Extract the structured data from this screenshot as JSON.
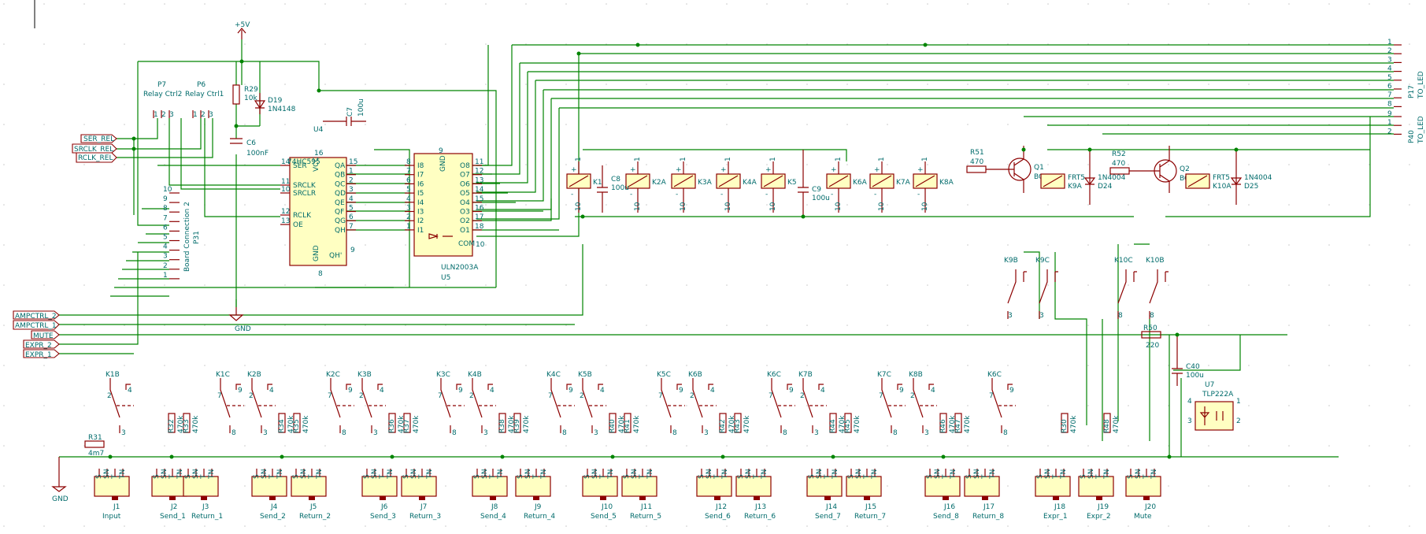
{
  "power": {
    "vcc": "+5V",
    "gnd": "GND"
  },
  "hier_labels": [
    "SER_REL",
    "SRCLK_REL",
    "RCLK_REL",
    "AMPCTRL_2",
    "AMPCTRL_1",
    "MUTE",
    "EXPR_2",
    "EXPR_1"
  ],
  "u4": {
    "ref": "U4",
    "value": "74HC595",
    "left_pins": [
      "SER",
      "SRCLK",
      "SRCLR",
      "RCLK",
      "OE"
    ],
    "left_nums": [
      "14",
      "11",
      "10",
      "12",
      "13"
    ],
    "right_pins": [
      "QA",
      "QB",
      "QC",
      "QD",
      "QE",
      "QF",
      "QG",
      "QH"
    ],
    "right_nums": [
      "15",
      "1",
      "2",
      "3",
      "4",
      "5",
      "6",
      "7"
    ],
    "top": "VCC",
    "top_num": "16",
    "bottom": "GND",
    "bottom_num": "8",
    "qh_": "QH'",
    "qh_num": "9"
  },
  "u5": {
    "ref": "U5",
    "value": "ULN2003A",
    "ins": [
      "I8",
      "I7",
      "I6",
      "I5",
      "I4",
      "I3",
      "I2",
      "I1"
    ],
    "in_nums": [
      "8",
      "7",
      "6",
      "5",
      "4",
      "3",
      "2",
      "1"
    ],
    "outs": [
      "O8",
      "O7",
      "O6",
      "O5",
      "O4",
      "O3",
      "O2",
      "O1"
    ],
    "out_nums": [
      "11",
      "12",
      "13",
      "14",
      "15",
      "16",
      "17",
      "18"
    ],
    "gnd": "GND",
    "gnd_num": "9",
    "com": "COM",
    "com_num": "10"
  },
  "p7": {
    "ref": "P7",
    "value": "Relay Ctrl2"
  },
  "p6": {
    "ref": "P6",
    "value": "Relay Ctrl1"
  },
  "p31": {
    "ref": "P31",
    "value": "Board Connection 2",
    "pins": [
      "10",
      "9",
      "8",
      "7",
      "6",
      "5",
      "4",
      "3",
      "2",
      "1"
    ]
  },
  "r29": {
    "ref": "R29",
    "value": "10k"
  },
  "d19": {
    "ref": "D19",
    "value": "1N4148"
  },
  "c6": {
    "ref": "C6",
    "value": "100nF"
  },
  "c7": {
    "ref": "C7",
    "value": "100u"
  },
  "c8": {
    "ref": "C8",
    "value": "100u"
  },
  "c9": {
    "ref": "C9",
    "value": "100u"
  },
  "c40": {
    "ref": "C40",
    "value": "100u"
  },
  "relays_top": [
    "K1",
    "K2A",
    "K3A",
    "K4A",
    "K5",
    "K6A",
    "K7A",
    "K8A"
  ],
  "r51": {
    "ref": "R51",
    "value": "470"
  },
  "r52": {
    "ref": "R52",
    "value": "470"
  },
  "q1": {
    "ref": "Q1",
    "value": "BC337"
  },
  "q2": {
    "ref": "Q2",
    "value": "BC337"
  },
  "relay_frt_1": {
    "value": "FRT5",
    "ref": "K9A"
  },
  "relay_frt_2": {
    "value": "FRT5",
    "ref": "K10A"
  },
  "d24": {
    "ref": "D24",
    "value": "1N4004"
  },
  "d25": {
    "ref": "D25",
    "value": "1N4004"
  },
  "p17": {
    "ref": "P17",
    "value": "TO_LED",
    "pins": [
      "1",
      "2",
      "3",
      "4",
      "5",
      "6",
      "7",
      "8"
    ]
  },
  "p40": {
    "ref": "P40",
    "value": "TO_LED",
    "pins": [
      "9",
      "1",
      "2"
    ]
  },
  "sw_upper": [
    "K9B",
    "K9C",
    "K10C",
    "K10B"
  ],
  "r50": {
    "ref": "R50",
    "value": "220"
  },
  "u7": {
    "ref": "U7",
    "value": "TLP222A"
  },
  "r31": {
    "ref": "R31",
    "value": "4m7"
  },
  "sw_bottom": [
    "K1B",
    "K1C",
    "K2B",
    "K2C",
    "K3B",
    "K3C",
    "K4B",
    "K4C",
    "K5B",
    "K5C",
    "K6B",
    "K6C",
    "K7B",
    "K7C",
    "K8B",
    "K6C"
  ],
  "bottom_resistors": [
    {
      "ref": "R32",
      "value": "470k"
    },
    {
      "ref": "R33",
      "value": "470k"
    },
    {
      "ref": "R34",
      "value": "470k"
    },
    {
      "ref": "R35",
      "value": "470k"
    },
    {
      "ref": "R36",
      "value": "470k"
    },
    {
      "ref": "R37",
      "value": "470k"
    },
    {
      "ref": "R38",
      "value": "470k"
    },
    {
      "ref": "R39",
      "value": "470k"
    },
    {
      "ref": "R40",
      "value": "470k"
    },
    {
      "ref": "R41",
      "value": "470k"
    },
    {
      "ref": "R42",
      "value": "470k"
    },
    {
      "ref": "R43",
      "value": "470k"
    },
    {
      "ref": "R44",
      "value": "470k"
    },
    {
      "ref": "R45",
      "value": "470k"
    },
    {
      "ref": "R46",
      "value": "470k"
    },
    {
      "ref": "R47",
      "value": "470k"
    },
    {
      "ref": "R30",
      "value": "470k"
    },
    {
      "ref": "R48",
      "value": "470k"
    }
  ],
  "jacks": [
    {
      "ref": "J1",
      "value": "Input"
    },
    {
      "ref": "J2",
      "value": "Send_1"
    },
    {
      "ref": "J3",
      "value": "Return_1"
    },
    {
      "ref": "J4",
      "value": "Send_2"
    },
    {
      "ref": "J5",
      "value": "Return_2"
    },
    {
      "ref": "J6",
      "value": "Send_3"
    },
    {
      "ref": "J7",
      "value": "Return_3"
    },
    {
      "ref": "J8",
      "value": "Send_4"
    },
    {
      "ref": "J9",
      "value": "Return_4"
    },
    {
      "ref": "J10",
      "value": "Send_5"
    },
    {
      "ref": "J11",
      "value": "Return_5"
    },
    {
      "ref": "J12",
      "value": "Send_6"
    },
    {
      "ref": "J13",
      "value": "Return_6"
    },
    {
      "ref": "J14",
      "value": "Send_7"
    },
    {
      "ref": "J15",
      "value": "Return_7"
    },
    {
      "ref": "J16",
      "value": "Send_8"
    },
    {
      "ref": "J17",
      "value": "Return_8"
    },
    {
      "ref": "J18",
      "value": "Expr_1"
    },
    {
      "ref": "J19",
      "value": "Expr_2"
    },
    {
      "ref": "J20",
      "value": "Mute"
    }
  ],
  "jack_pins": [
    "S",
    "SN",
    "T",
    "TN"
  ],
  "relay_pins": {
    "plus": "+",
    "minus": "-",
    "p1": "1",
    "p10": "10"
  },
  "switch_pins": {
    "a": "2",
    "b": "4",
    "c": "3",
    "d": "7",
    "e": "9",
    "f": "8"
  },
  "u7_pins": [
    "4",
    "3",
    "1",
    "2"
  ],
  "colors": {
    "wire": "#008400",
    "part": "#8c0000",
    "fill": "#ffffc2",
    "text": "#006b6b"
  }
}
